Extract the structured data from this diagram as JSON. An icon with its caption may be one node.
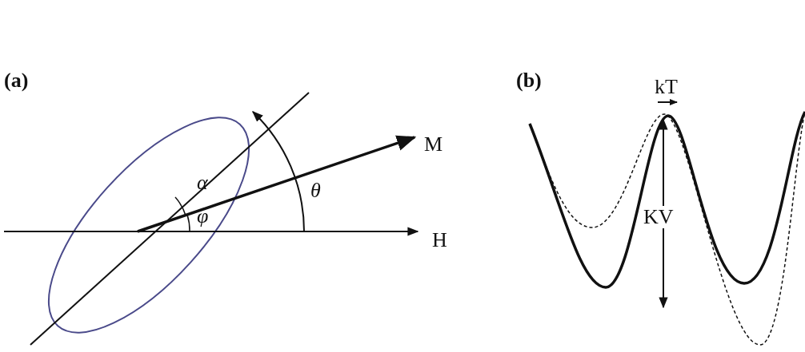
{
  "diagram": {
    "labels": [
      "(a)",
      "(b)",
      "kT",
      "M",
      "α",
      "θ",
      "φ",
      "KV",
      "H"
    ]
  }
}
